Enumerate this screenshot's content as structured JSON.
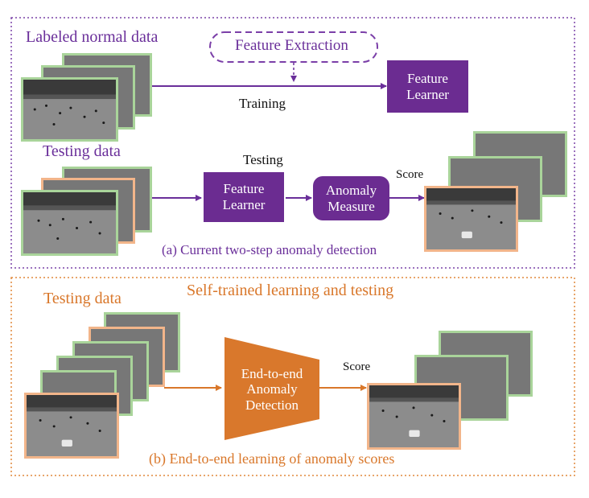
{
  "colors": {
    "purple": "#6a2f9a",
    "purple_box": "#6b2c91",
    "orange": "#d9772a",
    "orange_box": "#d9782c",
    "green_frame": "#a9d49a",
    "orange_frame": "#f2b58a"
  },
  "panel_a": {
    "labeled_normal_data": "Labeled normal data",
    "testing_data": "Testing data",
    "feature_extraction": "Feature Extraction",
    "training": "Training",
    "testing": "Testing",
    "feature_learner_top": "Feature\nLearner",
    "feature_learner_bottom": "Feature\nLearner",
    "anomaly_measure": "Anomaly\nMeasure",
    "score": "Score",
    "caption": "(a) Current two-step anomaly detection"
  },
  "panel_b": {
    "testing_data": "Testing data",
    "title": "Self-trained learning and testing",
    "end_to_end": "End-to-end\nAnomaly\nDetection",
    "score": "Score",
    "caption": "(b) End-to-end learning of anomaly scores"
  }
}
